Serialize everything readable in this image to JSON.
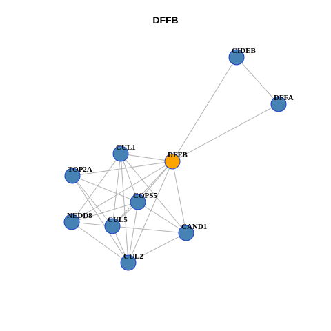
{
  "title": "DFFB",
  "colors": {
    "query_node": "#ffa500",
    "neighbor_node": "#4682b4",
    "node_border": "#1f3fcf",
    "edge": "#b3b3b3"
  },
  "nodes": [
    {
      "id": "CIDEB",
      "label": "CIDEB",
      "role": "neighbor"
    },
    {
      "id": "DFFA",
      "label": "DFFA",
      "role": "neighbor"
    },
    {
      "id": "CUL1",
      "label": "CUL1",
      "role": "neighbor"
    },
    {
      "id": "DFFB",
      "label": "DFFB",
      "role": "query"
    },
    {
      "id": "TOP2A",
      "label": "TOP2A",
      "role": "neighbor"
    },
    {
      "id": "COPS5",
      "label": "COPS5",
      "role": "neighbor"
    },
    {
      "id": "NEDD8",
      "label": "NEDD8",
      "role": "neighbor"
    },
    {
      "id": "CUL5",
      "label": "CUL5",
      "role": "neighbor"
    },
    {
      "id": "CAND1",
      "label": "CAND1",
      "role": "neighbor"
    },
    {
      "id": "CUL2",
      "label": "CUL2",
      "role": "neighbor"
    }
  ],
  "edges": [
    [
      "CIDEB",
      "DFFA"
    ],
    [
      "CIDEB",
      "DFFB"
    ],
    [
      "DFFA",
      "DFFB"
    ],
    [
      "CUL1",
      "DFFB"
    ],
    [
      "CUL1",
      "COPS5"
    ],
    [
      "CUL1",
      "NEDD8"
    ],
    [
      "CUL1",
      "CUL5"
    ],
    [
      "CUL1",
      "CAND1"
    ],
    [
      "CUL1",
      "CUL2"
    ],
    [
      "DFFB",
      "TOP2A"
    ],
    [
      "DFFB",
      "COPS5"
    ],
    [
      "DFFB",
      "NEDD8"
    ],
    [
      "DFFB",
      "CUL5"
    ],
    [
      "DFFB",
      "CAND1"
    ],
    [
      "DFFB",
      "CUL2"
    ],
    [
      "TOP2A",
      "COPS5"
    ],
    [
      "TOP2A",
      "CUL5"
    ],
    [
      "TOP2A",
      "CUL2"
    ],
    [
      "COPS5",
      "NEDD8"
    ],
    [
      "COPS5",
      "CUL5"
    ],
    [
      "COPS5",
      "CAND1"
    ],
    [
      "COPS5",
      "CUL2"
    ],
    [
      "NEDD8",
      "CUL5"
    ],
    [
      "NEDD8",
      "CUL2"
    ],
    [
      "CUL5",
      "CAND1"
    ],
    [
      "CUL5",
      "CUL2"
    ],
    [
      "CAND1",
      "CUL2"
    ]
  ]
}
